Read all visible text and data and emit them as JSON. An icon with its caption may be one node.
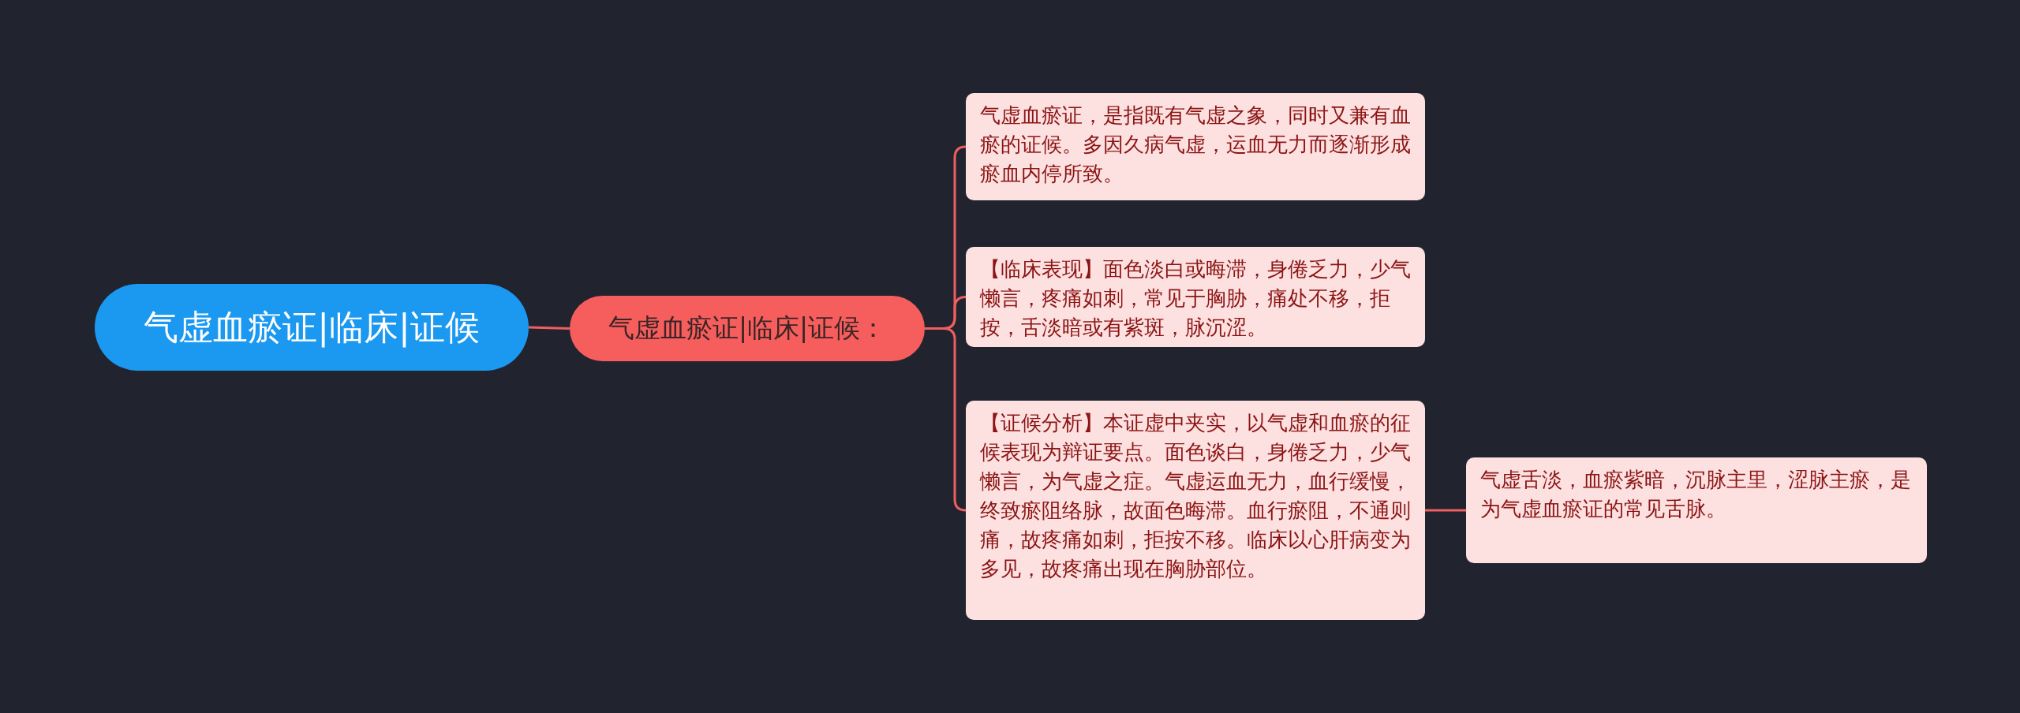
{
  "diagram": {
    "nodes": [
      {
        "text": [
          "气虚血瘀证|临床|证候"
        ]
      },
      {
        "text": [
          "气虚血瘀证|临床|证候："
        ]
      },
      {
        "text": [
          "气虚血瘀证，是指既有气虚之象，同时又兼有血瘀的证候。多因久病气虚，运血无力而逐渐形成瘀血内停所致。"
        ]
      },
      {
        "text": [
          "【临床表现】面色淡白或晦滞，身倦乏力，少气懒言，疼痛如刺，常见于胸胁，痛处不移，拒按，舌淡暗或有紫斑，脉沉涩。"
        ]
      },
      {
        "text": [
          "【证候分析】本证虚中夹实，以气虚和血瘀的征候表现为辩证要点。面色谈白，身倦乏力，少气懒言，为气虚之症。气虚运血无力，血行缓慢，终致瘀阻络脉，故面色晦滞。血行瘀阻，不通则痛，故疼痛如刺，拒按不移。临床以心肝病变为多见，故疼痛出现在胸胁部位。"
        ]
      },
      {
        "text": [
          "气虚舌淡，血瘀紫暗，沉脉主里，涩脉主瘀，是为气虚血瘀证的常见舌脉。"
        ]
      }
    ],
    "edges": [
      {
        "from": 0,
        "to": 1,
        "arrow": "none"
      },
      {
        "from": 1,
        "to": 2,
        "arrow": "none"
      },
      {
        "from": 1,
        "to": 3,
        "arrow": "none"
      },
      {
        "from": 1,
        "to": 4,
        "arrow": "none"
      },
      {
        "from": 4,
        "to": 5,
        "arrow": "none"
      }
    ]
  }
}
